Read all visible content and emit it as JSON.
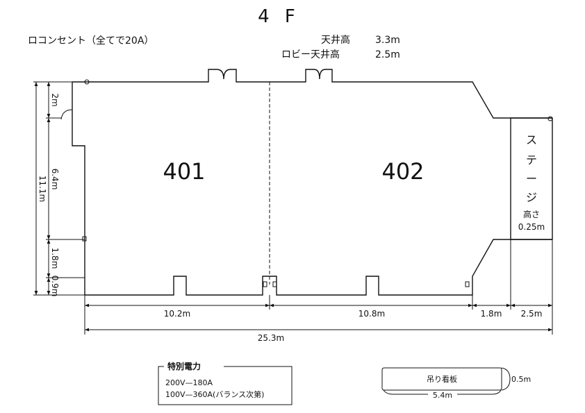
{
  "title": "4 F",
  "legend": {
    "outlet": "ロコンセント（全てで20A）"
  },
  "ceiling": {
    "main_label": "天井高",
    "main_value": "3.3m",
    "lobby_label": "ロビー天井高",
    "lobby_value": "2.5m"
  },
  "rooms": [
    {
      "name": "401"
    },
    {
      "name": "402"
    }
  ],
  "stage": {
    "chars": [
      "ス",
      "テ",
      "ー",
      "ジ"
    ],
    "height_label": "高さ",
    "height_value": "0.25m"
  },
  "dimensions": {
    "left_total": "11.1m",
    "left_segments": [
      "2m",
      "6.4m",
      "1.8m",
      "0.9m"
    ],
    "bottom_segments": [
      "10.2m",
      "10.8m",
      "1.8m",
      "2.5m"
    ],
    "bottom_total": "25.3m"
  },
  "special_power": {
    "title": "特別電力",
    "lines": [
      "200V—180A",
      "100V—360A(バランス次第)"
    ]
  },
  "hanging_sign": {
    "label": "吊り看板",
    "height": "0.5m",
    "width": "5.4m"
  }
}
